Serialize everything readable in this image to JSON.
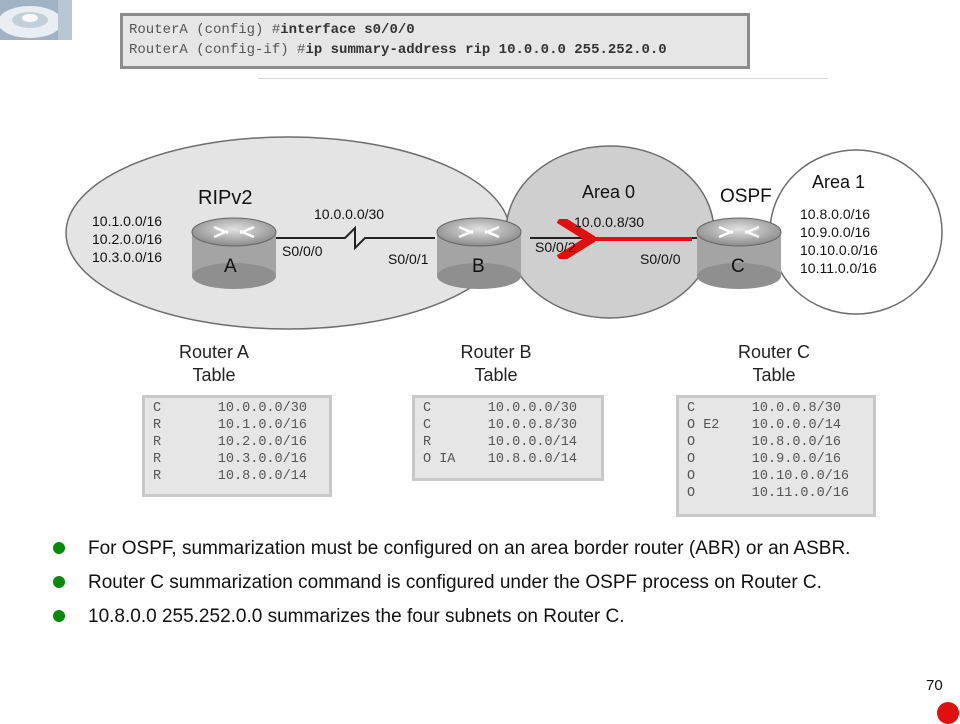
{
  "commands": {
    "line1_prompt": "RouterA (config) #",
    "line1_cmd": "interface s0/0/0",
    "line2_prompt": "RouterA (config-if) #",
    "line2_cmd": "ip summary-address rip 10.0.0.0 255.252.0.0"
  },
  "diagram": {
    "rip_label": "RIPv2",
    "area0_label": "Area 0",
    "ospf_label": "OSPF",
    "area1_label": "Area 1",
    "router_a": {
      "name": "A",
      "networks": [
        "10.1.0.0/16",
        "10.2.0.0/16",
        "10.3.0.0/16"
      ],
      "iface": "S0/0/0"
    },
    "router_b": {
      "name": "B",
      "iface_left": "S0/0/1",
      "iface_right": "S0/0/2"
    },
    "router_c": {
      "name": "C",
      "networks": [
        "10.8.0.0/16",
        "10.9.0.0/16",
        "10.10.0.0/16",
        "10.11.0.0/16"
      ],
      "iface": "S0/0/0"
    },
    "link_ab": "10.0.0.0/30",
    "link_bc": "10.0.0.8/30",
    "arrow_color": "#e01010"
  },
  "tables": {
    "a": {
      "title_line1": "Router A",
      "title_line2": "Table",
      "rows": [
        "C       10.0.0.0/30",
        "R       10.1.0.0/16",
        "R       10.2.0.0/16",
        "R       10.3.0.0/16",
        "R       10.8.0.0/14"
      ]
    },
    "b": {
      "title_line1": "Router B",
      "title_line2": "Table",
      "rows": [
        "C       10.0.0.0/30",
        "C       10.0.0.8/30",
        "R       10.0.0.0/14",
        "O IA    10.8.0.0/14"
      ]
    },
    "c": {
      "title_line1": "Router C",
      "title_line2": "Table",
      "rows": [
        "C       10.0.0.8/30",
        "O E2    10.0.0.0/14",
        "O       10.8.0.0/16",
        "O       10.9.0.0/16",
        "O       10.10.0.0/16",
        "O       10.11.0.0/16"
      ]
    }
  },
  "bullets": [
    "For OSPF, summarization must be configured on an area border router (ABR) or an ASBR.",
    "Router C summarization command is configured under the OSPF process on Router C.",
    "10.8.0.0 255.252.0.0 summarizes the four subnets on Router C."
  ],
  "page_number": "70",
  "colors": {
    "bullet": "#0a8a0a",
    "marker": "#e01010"
  }
}
